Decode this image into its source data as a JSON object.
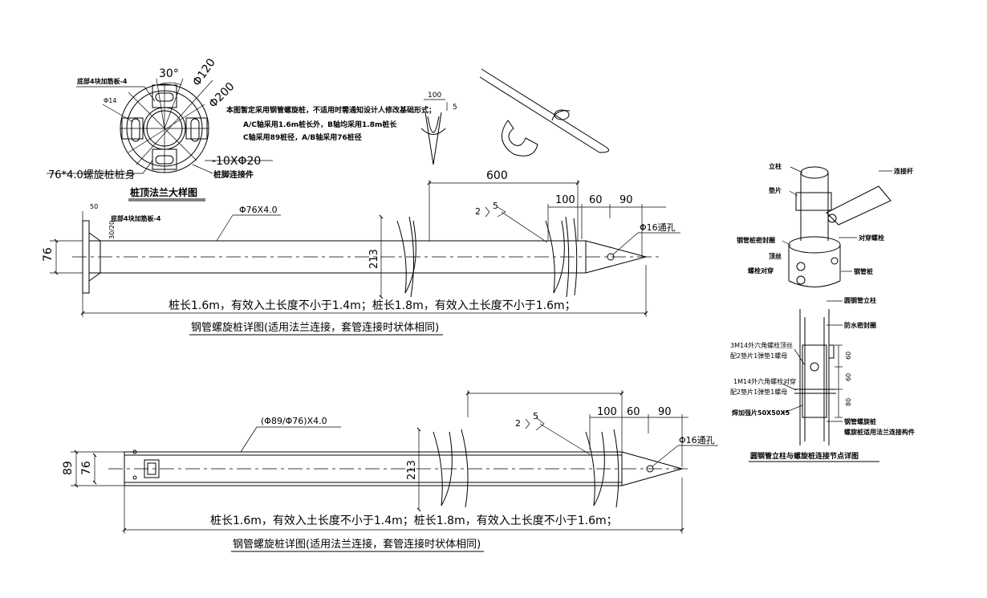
{
  "flange": {
    "title": "桩顶法兰大样图",
    "angle": "30°",
    "d120": "Φ120",
    "d200": "Φ200",
    "d14": "Φ14",
    "rib": "底部4块加筋板-4",
    "plate": "-10XΦ20",
    "pile": "76*4.0螺旋桩桩身",
    "conn": "桩脚连接件"
  },
  "notes": [
    "本图暂定采用钢管螺旋桩，不适用时需通知设计人修改基础形式；",
    "A/C轴采用1.6m桩长外，B轴均采用1.8m桩长",
    "C轴采用89桩径，A/B轴采用76桩径"
  ],
  "clip": {
    "w": "100",
    "h": "5"
  },
  "pile1": {
    "pipe": "Φ76X4.0",
    "rib": "底部4块加筋板-4",
    "d_top": "50",
    "d_rib": "30/20",
    "dia": "76",
    "helix": "213",
    "len600": "600",
    "d100": "100",
    "d60": "60",
    "d90": "90",
    "hole": "Φ16通孔",
    "weld_a": "2",
    "weld_b": "5",
    "length_note": "桩长1.6m，有效入土长度不小于1.4m；桩长1.8m，有效入土长度不小于1.6m；",
    "caption": "钢管螺旋桩详图(适用法兰连接，套管连接时状体相同)"
  },
  "pile2": {
    "pipe": "(Φ89/Φ76)X4.0",
    "d89": "89",
    "dia": "76",
    "helix": "213",
    "d100": "100",
    "d60": "60",
    "d90": "90",
    "hole": "Φ16通孔",
    "weld_a": "2",
    "weld_b": "5",
    "length_note": "桩长1.6m，有效入土长度不小于1.4m；桩长1.8m，有效入土长度不小于1.6m；",
    "caption": "钢管螺旋桩详图(适用法兰连接，套管连接时状体相同)"
  },
  "iso": {
    "column": "立柱",
    "gasket": "垫片",
    "connector": "连接杆",
    "seal": "钢管桩密封圈",
    "top_wire": "顶丝",
    "bolt_through": "螺栓对穿",
    "bolt2": "对穿螺栓",
    "pile": "钢管桩"
  },
  "node": {
    "col": "圆钢管立柱",
    "seal": "防水密封圈",
    "bolt1a": "3M14外六角螺栓顶丝",
    "bolt1b": "配2垫片1弹垫1螺母",
    "bolt2a": "1M14外六角螺栓对穿",
    "bolt2b": "配2垫片1弹垫1螺母",
    "plate": "焊加强片50X50X5",
    "pile": "钢管螺旋桩",
    "note": "螺旋桩适用法兰连接构件",
    "d60a": "60",
    "d60b": "60",
    "d80": "80",
    "caption": "圆钢管立柱与螺旋桩连接节点详图"
  }
}
